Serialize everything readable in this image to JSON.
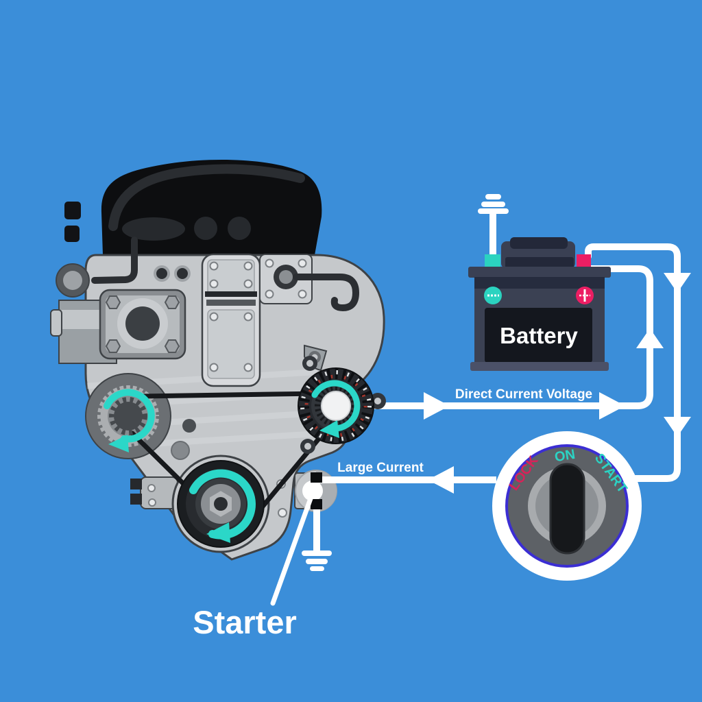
{
  "background_color": "#3b8ed9",
  "labels": {
    "direct_current_voltage": "Direct Current Voltage",
    "large_current": "Large Current",
    "starter": "Starter"
  },
  "battery": {
    "label": "Battery",
    "body_color": "#3b4153",
    "label_window_color": "#14171e",
    "negative_terminal_color": "#2bd3c0",
    "positive_terminal_color": "#ec1e63"
  },
  "ignition_switch": {
    "position_lock": "LOCK",
    "position_on": "ON",
    "position_start": "START",
    "lock_color": "#d62359",
    "on_start_color": "#2bd3c4",
    "bezel_ring_color": "#3b2ed3"
  },
  "engine": {
    "rotation_arrow_color": "#2bd7c8",
    "block_color": "#c5c8cb",
    "valve_cover_color": "#0d0e10"
  },
  "wiring": {
    "wire_color": "#ffffff",
    "flow_right_arrows": 2,
    "flow_down_arrows": 2,
    "flow_up_arrows": 1,
    "flow_left_arrows": 1
  },
  "icons": {
    "ground_battery": "ground-icon",
    "ground_starter": "ground-icon",
    "rotation": "rotation-arrow-icon"
  }
}
